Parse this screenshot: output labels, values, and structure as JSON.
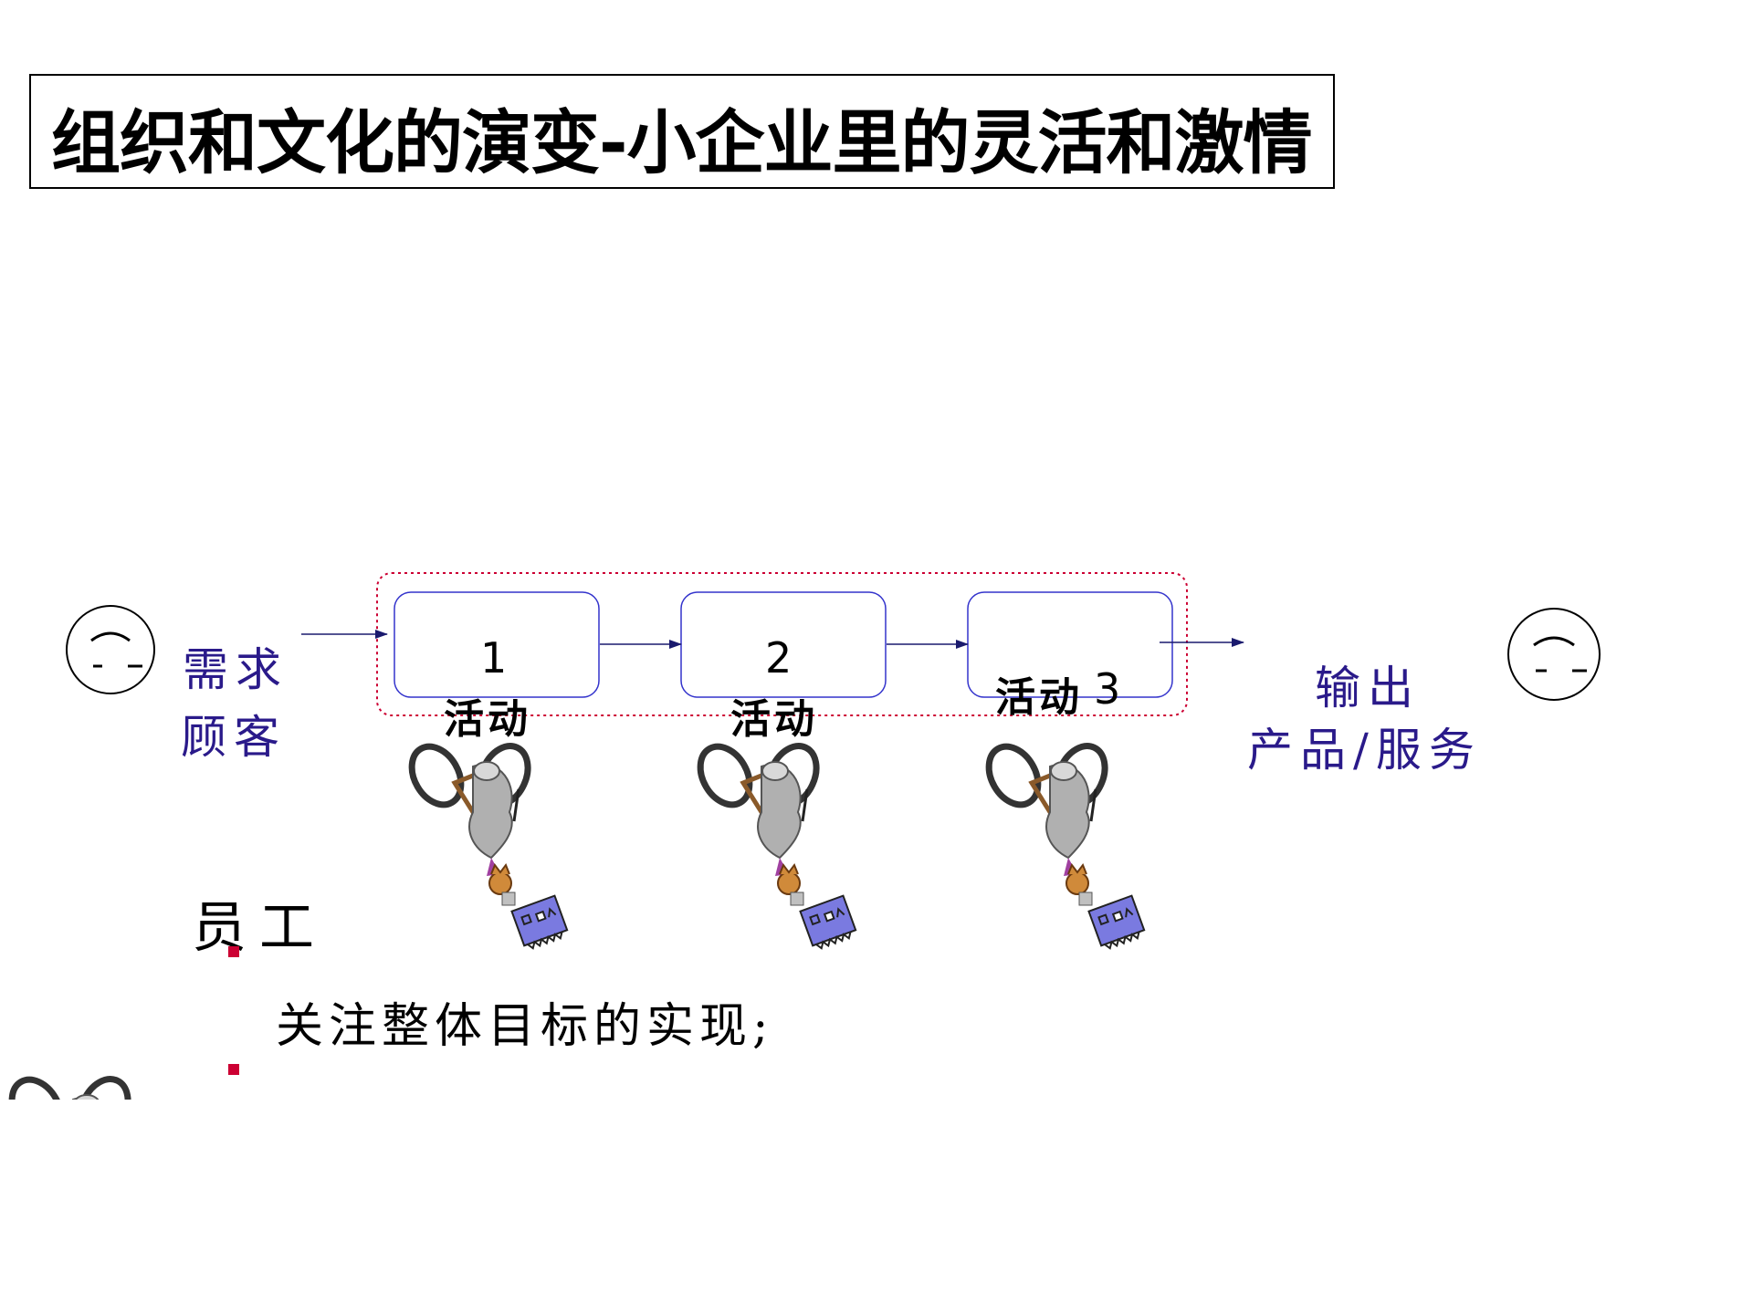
{
  "title": "组织和文化的演变-小企业里的灵活和激情",
  "input": {
    "line1": "需求",
    "line2": "顾客"
  },
  "output": {
    "line1": "输出",
    "line2": "产品/服务"
  },
  "activities": [
    {
      "number": "1",
      "label": "活动"
    },
    {
      "number": "2",
      "label": "活动"
    },
    {
      "number": "3",
      "label": "活动"
    }
  ],
  "employee_heading": "员工",
  "bullets": [
    "关注整体目标的实现;",
    ""
  ],
  "colors": {
    "accent": "#2a1a8a",
    "bullet": "#cc0033",
    "frame": "#cc0033",
    "box": "#3333cc"
  },
  "icons": [
    "customer-face-icon",
    "worker-figure-icon"
  ]
}
